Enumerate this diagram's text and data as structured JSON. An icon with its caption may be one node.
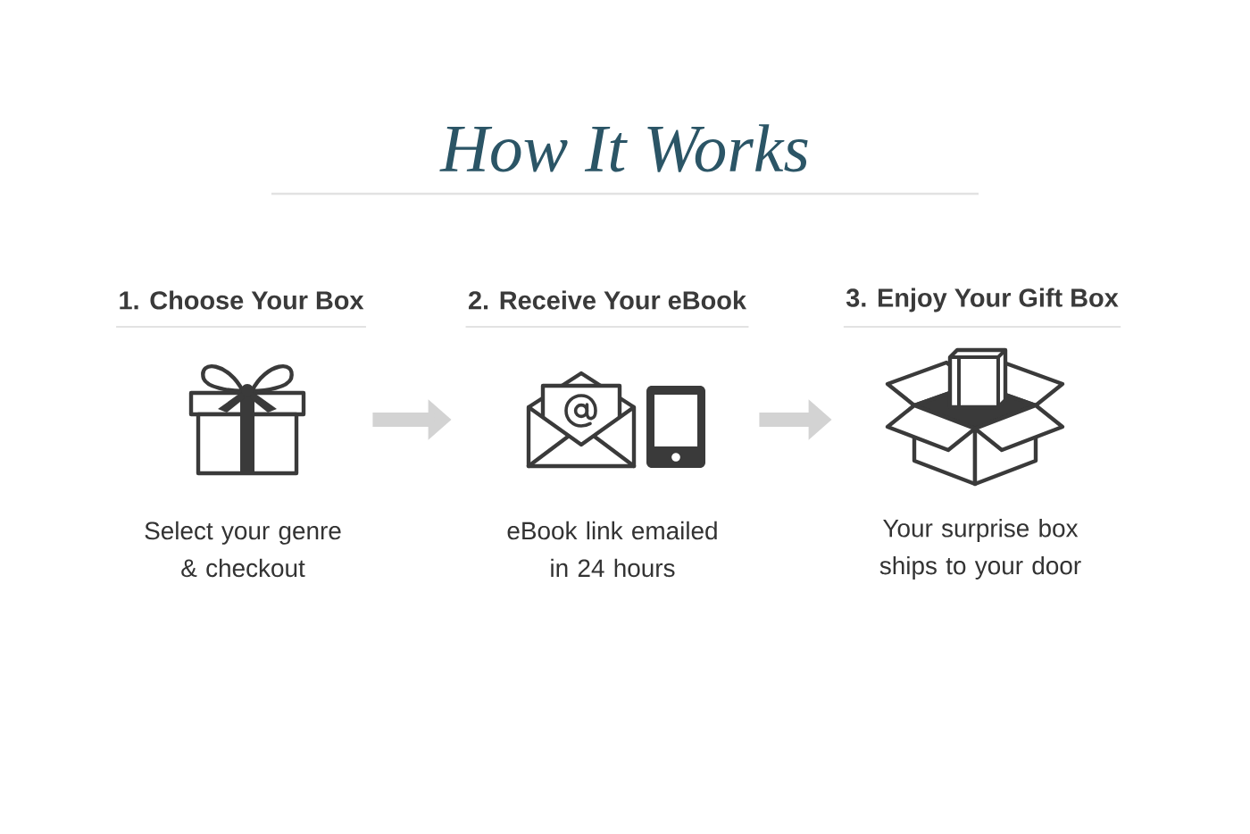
{
  "diagram": {
    "title": "How It Works",
    "nodes": [
      {
        "text": [],
        "shape": "picture",
        "beside": [
          "1. Choose Your Box",
          "Select your genre & checkout"
        ]
      },
      {
        "text": [],
        "shape": "picture",
        "beside": [
          "2. Receive Your eBook",
          "eBook link emailed in 24 hours"
        ]
      },
      {
        "text": [],
        "shape": "picture",
        "beside": [
          "3. Enjoy Your Gift Box",
          "Your surprise box ships to your door"
        ]
      }
    ],
    "edges": [
      {
        "from": 0,
        "to": 1,
        "arrow": "to"
      },
      {
        "from": 1,
        "to": 2,
        "arrow": "to"
      }
    ]
  }
}
